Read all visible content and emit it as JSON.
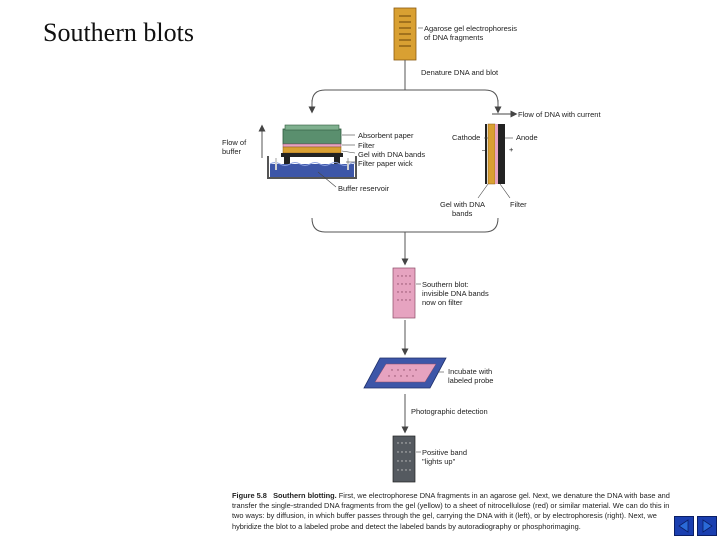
{
  "slide": {
    "title": "Southern blots"
  },
  "labels": {
    "agarose": [
      "Agarose gel electrophoresis",
      "of DNA fragments"
    ],
    "denature": "Denature DNA and blot",
    "flow_current": "Flow of DNA with current",
    "flow_buffer": [
      "Flow of",
      "buffer"
    ],
    "absorbent": "Absorbent paper",
    "filter": "Filter",
    "gel_bands": "Gel with DNA bands",
    "wick": "Filter paper wick",
    "reservoir": "Buffer reservoir",
    "cathode": "Cathode",
    "anode": "Anode",
    "minus": "–",
    "plus": "+",
    "gel_with_dna": [
      "Gel with DNA",
      "bands"
    ],
    "filter2": "Filter",
    "southern": [
      "Southern blot:",
      "invisible DNA bands",
      "now on filter"
    ],
    "incubate": [
      "Incubate with",
      "labeled probe"
    ],
    "photographic": "Photographic detection",
    "positive": [
      "Positive band",
      "\"lights up\""
    ]
  },
  "caption": {
    "figure": "Figure 5.8",
    "heading": "Southern blotting.",
    "text": "First, we electrophorese DNA fragments in an agarose gel. Next, we denature the DNA with base and transfer the single-stranded DNA fragments from the gel (yellow) to a sheet of nitrocellulose (red) or similar material. We can do this in two ways: by diffusion, in which buffer passes through the gel, carrying the DNA with it (left), or by electrophoresis (right). Next, we hybridize the blot to a labeled probe and detect the labeled bands by autoradiography or phosphorimaging."
  },
  "nav": {
    "back_icon": "triangle-left-icon",
    "forward_icon": "triangle-right-icon"
  },
  "colors": {
    "gel": "#d9a032",
    "filter": "#e6a3c0",
    "tray": "#3d56a8",
    "film": "#555a60",
    "nav": "#1a3fb0"
  }
}
